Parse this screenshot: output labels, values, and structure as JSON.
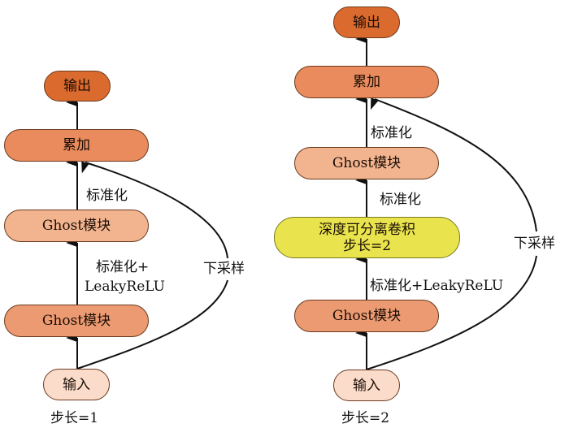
{
  "diagrams": [
    {
      "id": "stride-1",
      "nodes": {
        "output": "输出",
        "sum": "累加",
        "ghost_top": "Ghost模块",
        "ghost_bottom": "Ghost模块",
        "input": "输入"
      },
      "edge_labels": {
        "ghost_to_sum": "标准化",
        "ghost_to_ghost_line1": "标准化+",
        "ghost_to_ghost_line2": "LeakyReLU",
        "shortcut": "下采样"
      },
      "caption": "步长=1"
    },
    {
      "id": "stride-2",
      "nodes": {
        "output": "输出",
        "sum": "累加",
        "ghost_top": "Ghost模块",
        "depthwise_line1": "深度可分离卷积",
        "depthwise_line2": "步长=2",
        "ghost_bottom": "Ghost模块",
        "input": "输入"
      },
      "edge_labels": {
        "ghost_to_sum": "标准化",
        "dw_to_ghost": "标准化",
        "ghost_to_dw": "标准化+LeakyReLU",
        "shortcut": "下采样"
      },
      "caption": "步长=2"
    }
  ],
  "colors": {
    "output": "#db6a2e",
    "sum": "#e98b5c",
    "ghost_light": "#f2b48f",
    "ghost_dark": "#ec9a72",
    "input": "#fbdccb",
    "depthwise": "#e9e44d"
  }
}
